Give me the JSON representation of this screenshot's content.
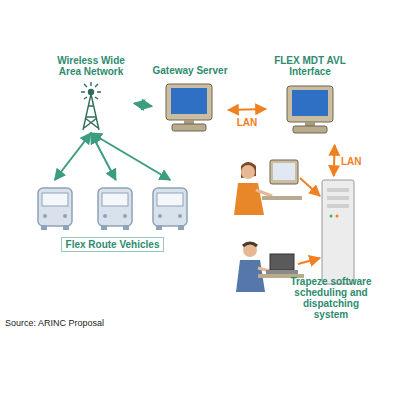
{
  "diagram": {
    "nodes": [
      {
        "text": [
          "Wireless Wide Area Network"
        ]
      },
      {
        "text": [
          "Gateway Server"
        ]
      },
      {
        "text": [
          "FLEX MDT AVL Interface"
        ]
      },
      {
        "text": [
          "Flex Route Vehicles"
        ]
      },
      {
        "text": [
          "Trapeze software scheduling and dispatching system"
        ]
      }
    ],
    "edges": [
      {
        "from": 0,
        "to": 1,
        "arrow": "both"
      },
      {
        "from": 1,
        "to": 2,
        "label": "LAN",
        "arrow": "both"
      },
      {
        "from": 2,
        "to": 4,
        "label": "LAN",
        "arrow": "both"
      },
      {
        "from": 0,
        "to": 3,
        "arrow": "both"
      },
      {
        "from": 0,
        "to": 3,
        "arrow": "both"
      },
      {
        "from": 0,
        "to": 3,
        "arrow": "both"
      }
    ],
    "labels": [
      "Source: ARINC Proposal"
    ]
  }
}
